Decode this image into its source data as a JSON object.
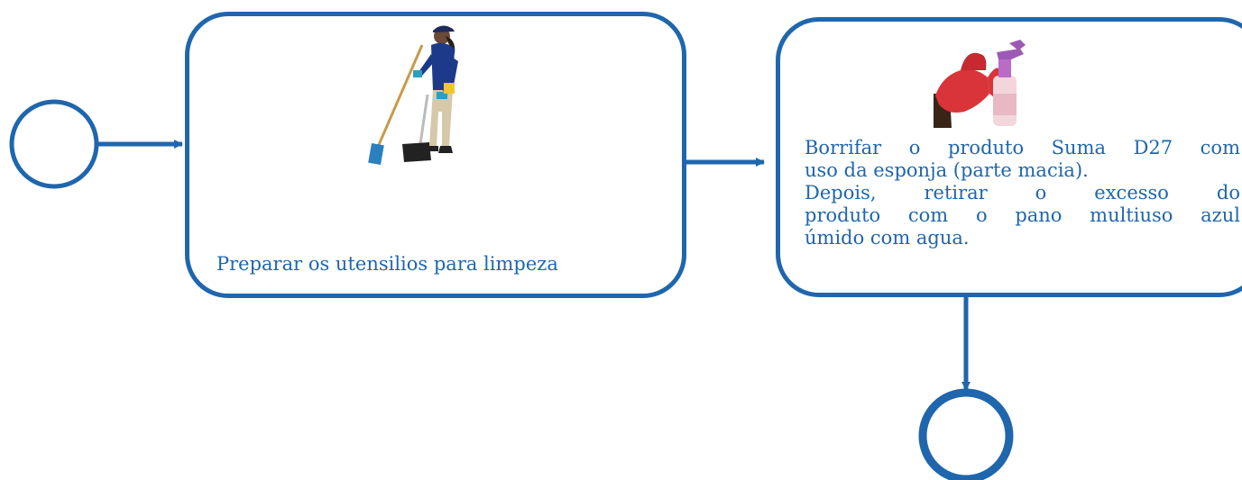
{
  "diagram": {
    "accent_color": "#1f66ad",
    "start_event": {
      "icon": "start-event-circle"
    },
    "end_event": {
      "icon": "end-event-circle"
    },
    "tasks": [
      {
        "label": "Preparar os utensilios para limpeza",
        "illustration": "janitor-with-broom-and-dustpan-icon"
      },
      {
        "label_lines": [
          "Borrifar o produto Suma D27 com",
          "uso da esponja (parte macia).",
          "Depois, retirar o excesso do",
          "produto com o pano multiuso azul",
          "úmido com agua."
        ],
        "illustration": "gloved-hand-holding-spray-bottle-icon"
      }
    ]
  }
}
